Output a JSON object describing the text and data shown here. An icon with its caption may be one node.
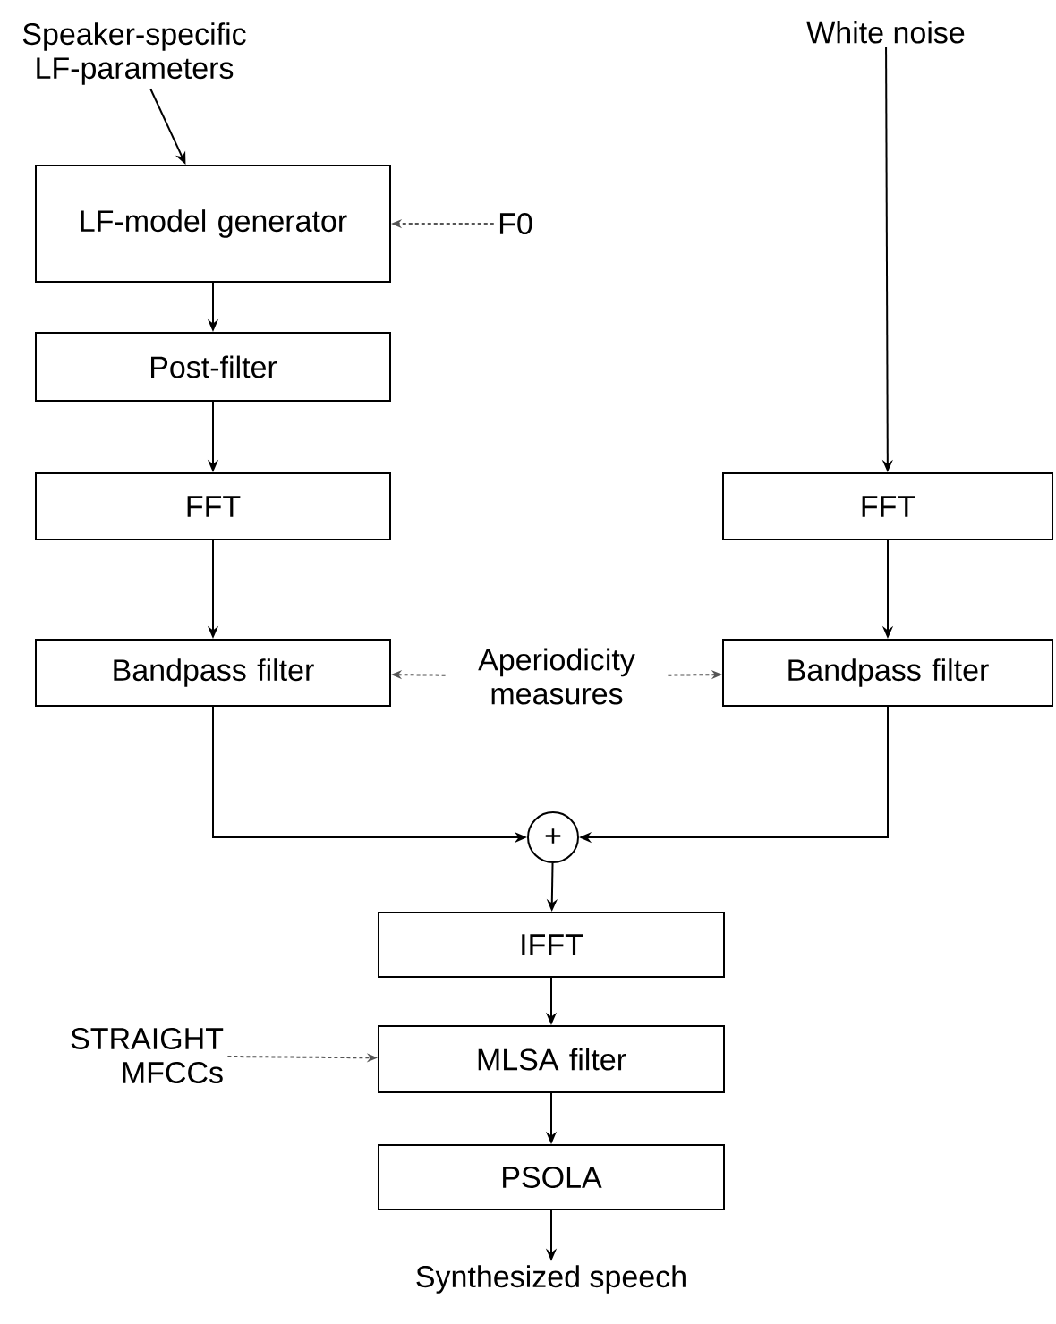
{
  "diagram": {
    "nodes": [
      {
        "text": [
          "Speaker-specific LF-parameters"
        ]
      },
      {
        "text": [
          "LF-model generator"
        ]
      },
      {
        "text": [
          "F0"
        ]
      },
      {
        "text": [
          "Post-filter"
        ]
      },
      {
        "text": [
          "FFT"
        ]
      },
      {
        "text": [
          "White noise"
        ]
      },
      {
        "text": [
          "FFT"
        ]
      },
      {
        "text": [
          "Bandpass filter"
        ]
      },
      {
        "text": [
          "Aperiodicity measures"
        ]
      },
      {
        "text": [
          "Bandpass filter"
        ]
      },
      {
        "text": [
          "+"
        ]
      },
      {
        "text": [
          "IFFT"
        ]
      },
      {
        "text": [
          "STRAIGHT MFCCs"
        ]
      },
      {
        "text": [
          "MLSA filter"
        ]
      },
      {
        "text": [
          "PSOLA"
        ]
      },
      {
        "text": [
          "Synthesized speech"
        ]
      }
    ],
    "edges": [
      {
        "from": 0,
        "to": 1,
        "arrow": "to"
      },
      {
        "from": 2,
        "to": 1,
        "arrow": "to",
        "style": "dashed",
        "color": "#555555"
      },
      {
        "from": 1,
        "to": 3,
        "arrow": "to"
      },
      {
        "from": 3,
        "to": 4,
        "arrow": "to"
      },
      {
        "from": 4,
        "to": 7,
        "arrow": "to"
      },
      {
        "from": 5,
        "to": 6,
        "arrow": "to"
      },
      {
        "from": 6,
        "to": 9,
        "arrow": "to"
      },
      {
        "from": 8,
        "to": 7,
        "arrow": "to",
        "style": "dashed",
        "color": "#555555"
      },
      {
        "from": 8,
        "to": 9,
        "arrow": "to",
        "style": "dashed",
        "color": "#555555"
      },
      {
        "from": 7,
        "to": 10,
        "arrow": "to"
      },
      {
        "from": 9,
        "to": 10,
        "arrow": "to"
      },
      {
        "from": 10,
        "to": 11,
        "arrow": "to"
      },
      {
        "from": 12,
        "to": 13,
        "arrow": "to",
        "style": "dashed",
        "color": "#555555"
      },
      {
        "from": 11,
        "to": 13,
        "arrow": "to"
      },
      {
        "from": 13,
        "to": 14,
        "arrow": "to"
      },
      {
        "from": 14,
        "to": 15,
        "arrow": "to"
      }
    ]
  }
}
